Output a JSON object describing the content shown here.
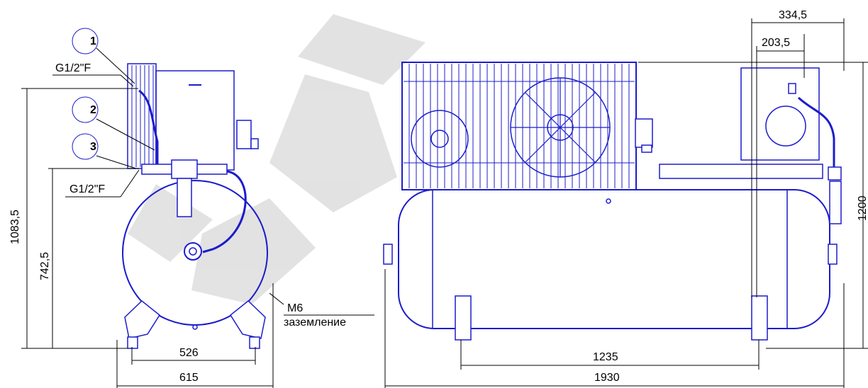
{
  "callouts": {
    "c1": "1",
    "c2": "2",
    "c3": "3"
  },
  "thread_labels": {
    "top": "G1/2\"F",
    "bottom": "G1/2\"F"
  },
  "ground": {
    "bolt": "M6",
    "text": "заземление"
  },
  "dimensions": {
    "front_height_total": "1083,5",
    "front_height_outlet": "742,5",
    "front_width_inner": "526",
    "front_width_outer": "615",
    "side_top_outer": "334,5",
    "side_top_inner": "203,5",
    "side_height": "1200",
    "side_feet_spacing": "1235",
    "side_length": "1930"
  },
  "colors": {
    "drawing": "#1c1ccc",
    "dimension": "#000000",
    "watermark": "#c8c8c8"
  }
}
